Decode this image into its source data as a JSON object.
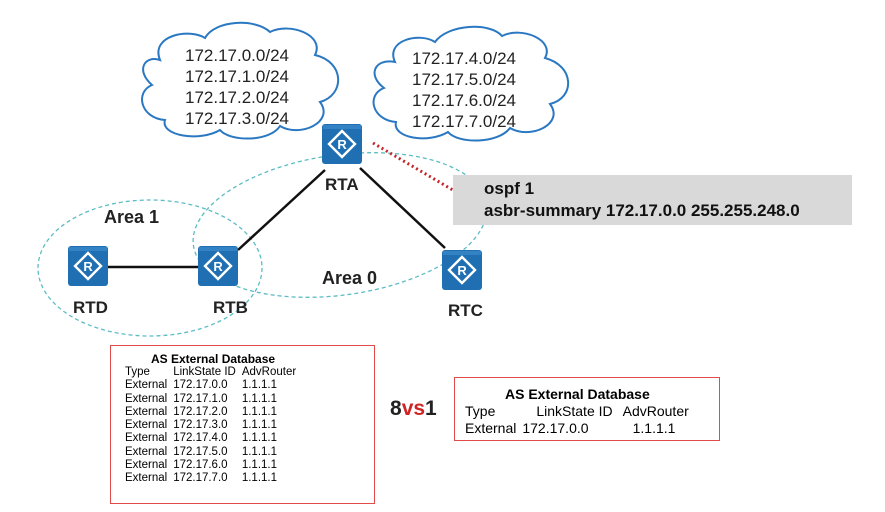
{
  "clouds": [
    {
      "lines": [
        "172.17.0.0/24",
        "172.17.1.0/24",
        "172.17.2.0/24",
        "172.17.3.0/24"
      ]
    },
    {
      "lines": [
        "172.17.4.0/24",
        "172.17.5.0/24",
        "172.17.6.0/24",
        "172.17.7.0/24"
      ]
    }
  ],
  "routers": {
    "rta": "RTA",
    "rtb": "RTB",
    "rtc": "RTC",
    "rtd": "RTD"
  },
  "areas": {
    "area1": "Area 1",
    "area0": "Area 0"
  },
  "config": {
    "line1": "ospf 1",
    "line2": "asbr-summary 172.17.0.0 255.255.248.0"
  },
  "db_before": {
    "title": "AS External  Database",
    "headers": [
      "Type",
      "LinkState ID",
      "AdvRouter"
    ],
    "rows": [
      [
        "External",
        "172.17.0.0",
        "1.1.1.1"
      ],
      [
        "External",
        "172.17.1.0",
        "1.1.1.1"
      ],
      [
        "External",
        "172.17.2.0",
        "1.1.1.1"
      ],
      [
        "External",
        "172.17.3.0",
        "1.1.1.1"
      ],
      [
        "External",
        "172.17.4.0",
        "1.1.1.1"
      ],
      [
        "External",
        "172.17.5.0",
        "1.1.1.1"
      ],
      [
        "External",
        "172.17.6.0",
        "1.1.1.1"
      ],
      [
        "External",
        "172.17.7.0",
        "1.1.1.1"
      ]
    ]
  },
  "comparison": {
    "left": "8",
    "mid": "vs",
    "right": "1"
  },
  "db_after": {
    "title": "AS External  Database",
    "headers": [
      "Type",
      "LinkState ID",
      "AdvRouter"
    ],
    "rows": [
      [
        "External",
        "172.17.0.0",
        "1.1.1.1"
      ]
    ]
  },
  "colors": {
    "router_fill": "#1f6fb2",
    "area_border": "#5bbcc4",
    "cloud_border": "#2a78c2",
    "db_border": "#e34a4a",
    "dotted_link": "#c0262a",
    "cmd_bg": "#d9d9d9"
  }
}
